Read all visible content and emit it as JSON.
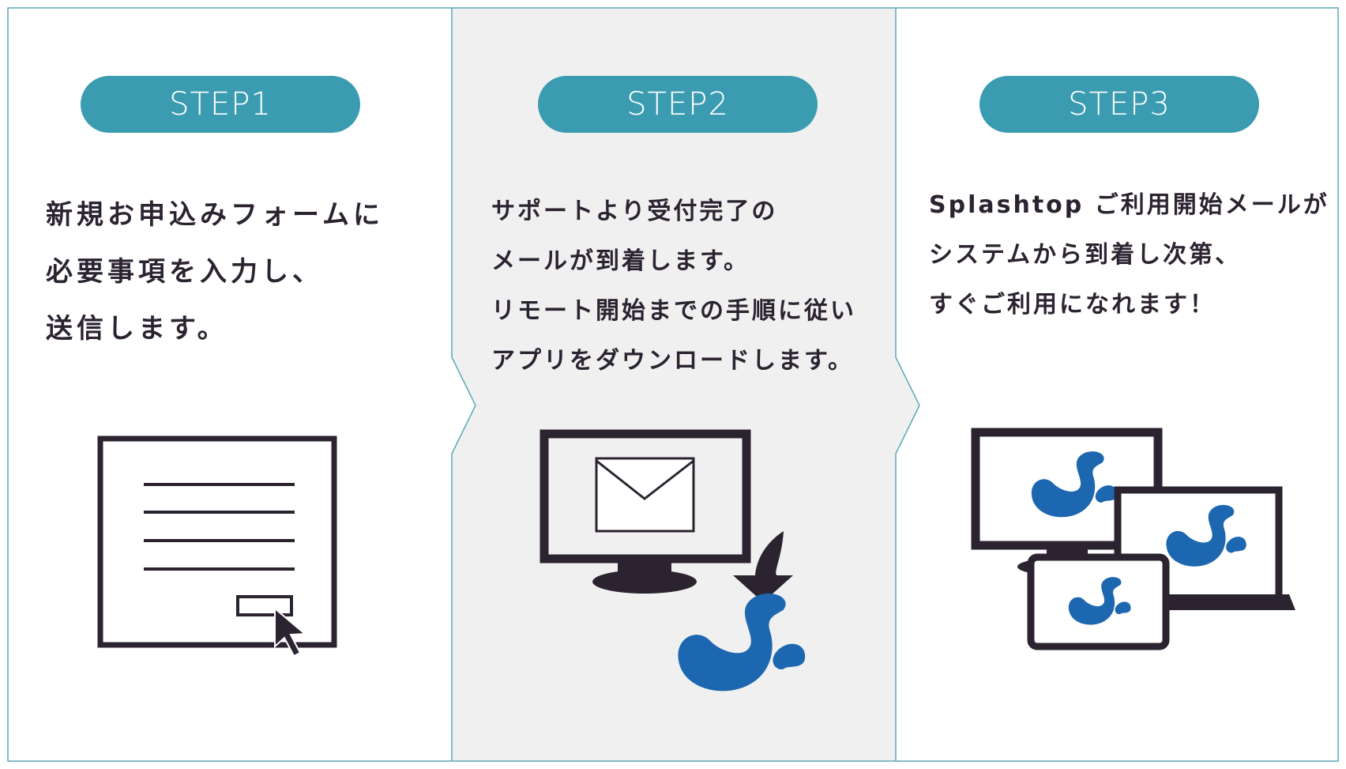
{
  "colors": {
    "accent": "#3b9cb1",
    "ink": "#2b2330",
    "brand_blue": "#1d67b0",
    "panel_gray": "#f0f0f0",
    "border": "#5aa7b8"
  },
  "steps": [
    {
      "label": "STEP1",
      "lines": [
        "新規お申込みフォームに",
        "必要事項を入力し、",
        "送信します。"
      ],
      "illustration": "web-form-icon"
    },
    {
      "label": "STEP2",
      "lines": [
        "サポートより受付完了の",
        "メールが到着します。",
        "リモート開始までの手順に従い",
        "アプリをダウンロードします。"
      ],
      "illustration": "email-download-icon"
    },
    {
      "label": "STEP3",
      "lines": [
        "Splashtop ご利用開始メールが",
        "システムから到着し次第、",
        "すぐご利用になれます！"
      ],
      "illustration": "multi-device-icon"
    }
  ]
}
